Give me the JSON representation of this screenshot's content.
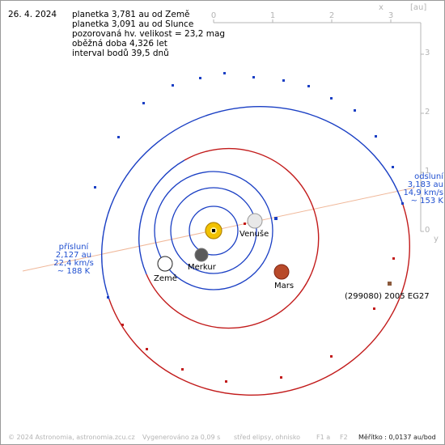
{
  "date": "26. 4. 2024",
  "info": {
    "line1": "planetka 3,781 au od Země",
    "line2": "planetka 3,091 au od Slunce",
    "line3": "pozorovaná hv. velikost = 23,2 mag",
    "line4": "oběžná doba 4,326 let",
    "line5": "interval bodů 39,5 dnů"
  },
  "axis": {
    "unit": "[au]",
    "x_name": "x",
    "y_name": "y",
    "x_ticks": [
      "0",
      "1",
      "2",
      "3"
    ],
    "y_ticks": [
      "3",
      "2",
      "1",
      "0"
    ]
  },
  "labels": {
    "venus": "Venuše",
    "mercury": "Merkur",
    "earth": "Země",
    "mars": "Mars",
    "asteroid": "(299080) 2005 EG27"
  },
  "perihelion": {
    "title": "přísluní",
    "distance": "2,127 au",
    "speed": "22,4 km/s",
    "temp": "~ 188 K"
  },
  "aphelion": {
    "title": "odsluní",
    "distance": "3,183 au",
    "speed": "14,9 km/s",
    "temp": "~ 153 K"
  },
  "footer": {
    "copyright": "© 2024 Astronomia, astronomia.zcu.cz",
    "generated": "Vygenerováno za 0,09 s",
    "legend_center": "střed elipsy, ohnisko",
    "legend_f1": "F1 a",
    "legend_f2": "F2",
    "scale": "Měřítko : 0,0137 au/bod"
  },
  "colors": {
    "orbit_blue": "#1a3fc4",
    "orbit_red": "#c21b1b",
    "axis_gray": "#b4b4b4",
    "apsis_line": "#f0b89a",
    "sun": "#f2c200",
    "mars": "#b84a2a"
  }
}
